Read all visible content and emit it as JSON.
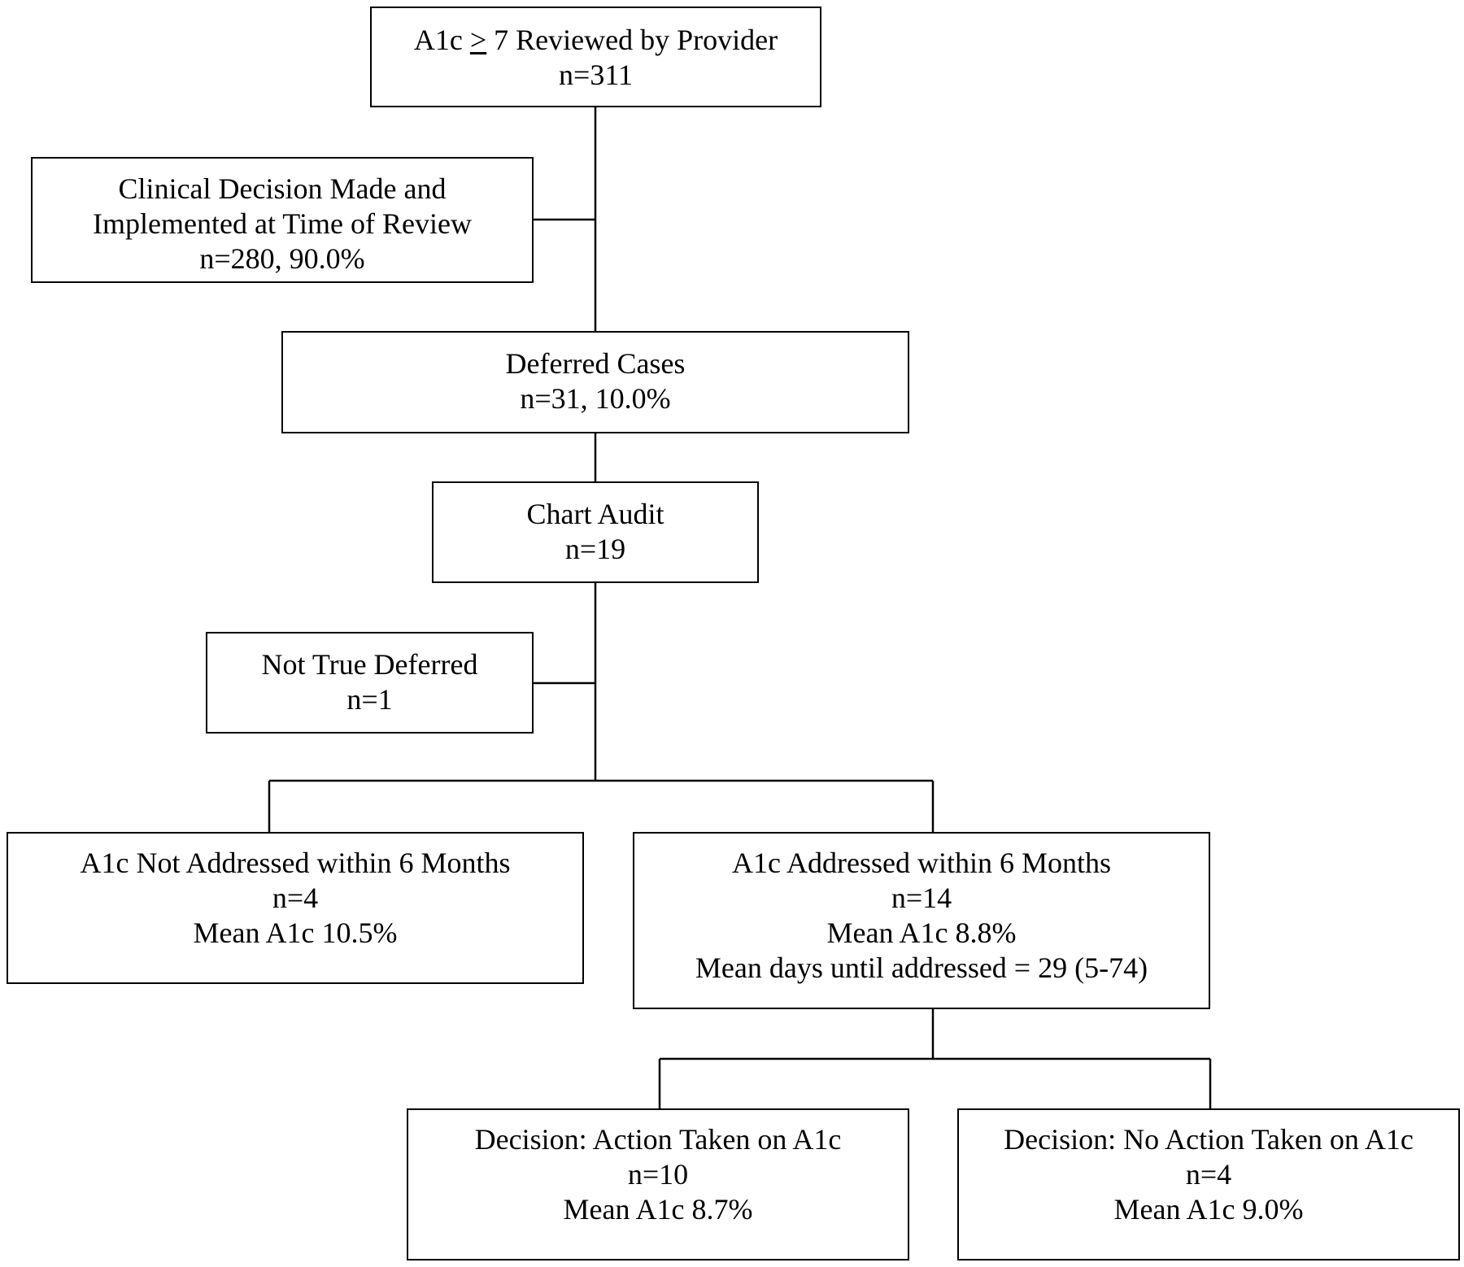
{
  "nodes": {
    "reviewed": {
      "prefix": "A1c ",
      "symbol": ">",
      "suffix": " 7 Reviewed by Provider",
      "n": "n=311"
    },
    "clinical": {
      "line1": "Clinical Decision Made and",
      "line2": "Implemented at Time of Review",
      "n": "n=280, 90.0%"
    },
    "deferred": {
      "title": "Deferred Cases",
      "n": "n=31, 10.0%"
    },
    "audit": {
      "title": "Chart Audit",
      "n": "n=19"
    },
    "not_true": {
      "title": "Not True Deferred",
      "n": "n=1"
    },
    "not_addressed": {
      "title": "A1c Not Addressed within 6 Months",
      "n": "n=4",
      "mean": "Mean A1c 10.5%"
    },
    "addressed": {
      "title": "A1c Addressed within 6 Months",
      "n": "n=14",
      "mean": "Mean A1c 8.8%",
      "days": "Mean days until addressed = 29 (5-74)"
    },
    "action": {
      "title": "Decision: Action Taken on A1c",
      "n": "n=10",
      "mean": "Mean A1c 8.7%"
    },
    "no_action": {
      "title": "Decision: No Action Taken on A1c",
      "n": "n=4",
      "mean": "Mean A1c 9.0%"
    }
  }
}
